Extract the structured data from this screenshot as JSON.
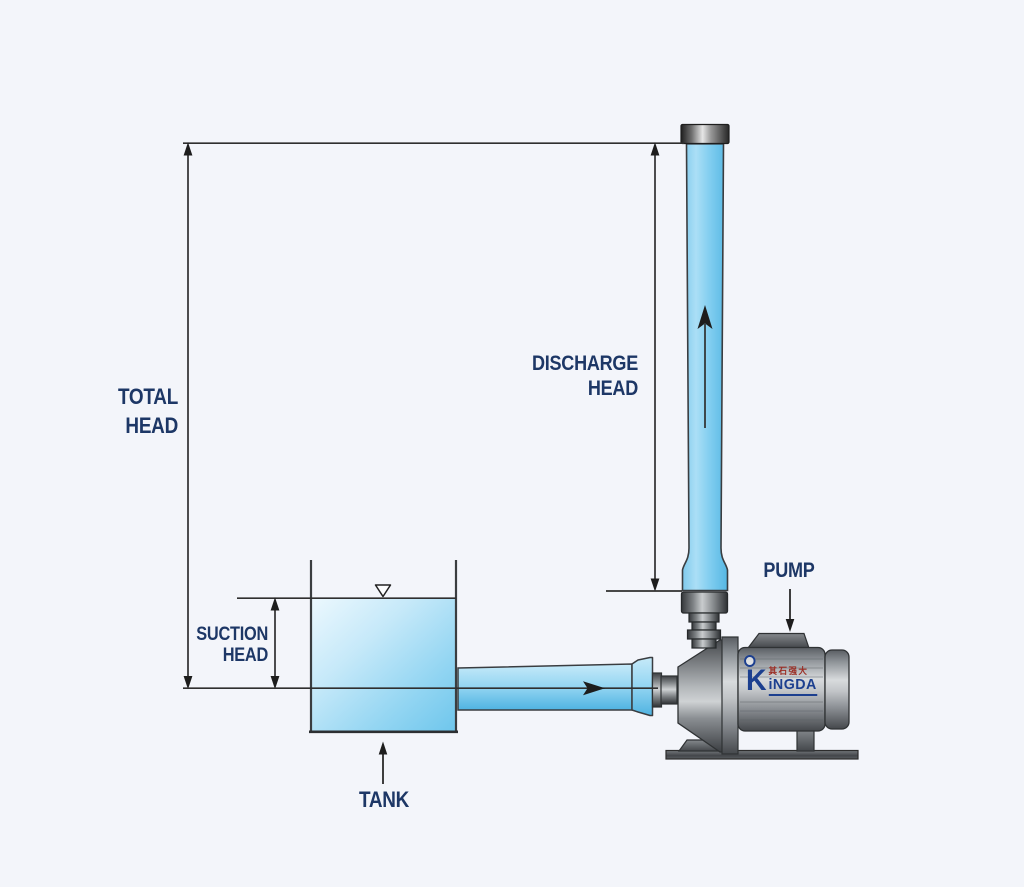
{
  "diagram": {
    "title": "pump-head-diagram",
    "labels": {
      "total_head": {
        "line1": "TOTAL",
        "line2": "HEAD"
      },
      "discharge_head": {
        "line1": "DISCHARGE",
        "line2": "HEAD"
      },
      "suction_head": {
        "line1": "SUCTION",
        "line2": "HEAD"
      },
      "tank": "TANK",
      "pump": "PUMP"
    },
    "pump_logo": {
      "mark": "K",
      "brand_text": "iNGDA",
      "cn_text": "其石强大"
    },
    "icons": {
      "water_level": "inverted-open-triangle",
      "flow_up": "up-arrow",
      "flow_right": "right-arrow"
    },
    "colors": {
      "background": "#f3f5fa",
      "label_navy": "#1d3766",
      "dimension_line": "#2f2f2f",
      "water_blue": "#7ccdf0",
      "pipe_blue": "#55b7e3",
      "metal_gray": "#9ea3a8",
      "logo_blue": "#1c3f8f",
      "logo_red": "#9b2d24"
    }
  }
}
